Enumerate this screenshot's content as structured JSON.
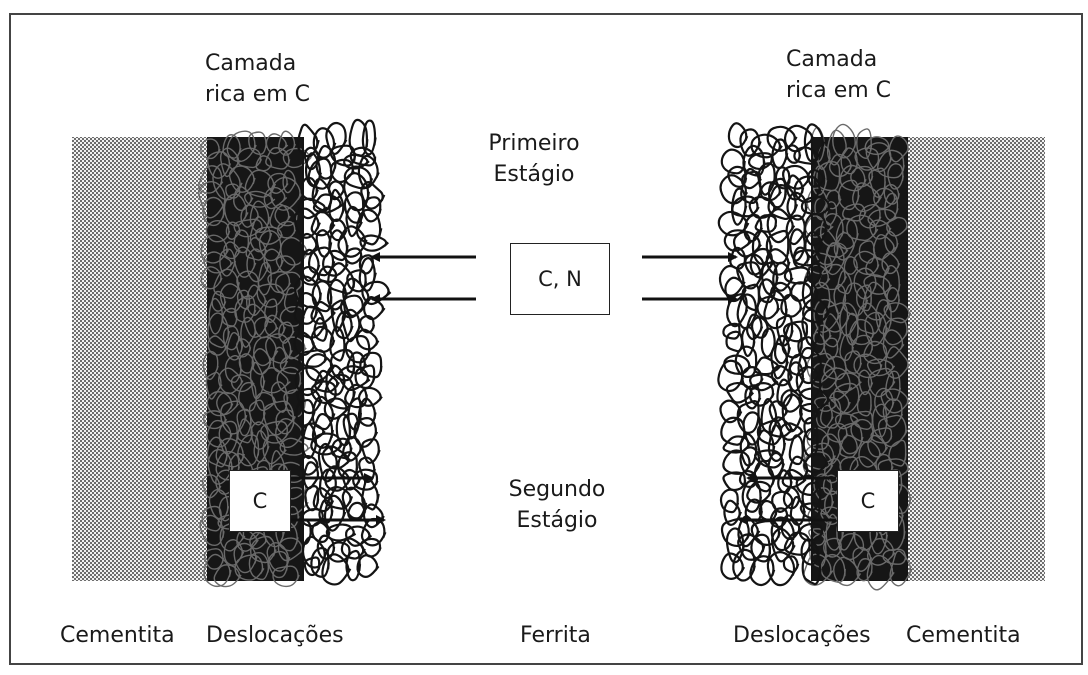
{
  "labels": {
    "carbon_layer_left_line1": "Camada",
    "carbon_layer_left_line2": "rica em C",
    "carbon_layer_right_line1": "Camada",
    "carbon_layer_right_line2": "rica em C",
    "first_stage_line1": "Primeiro",
    "first_stage_line2": "Estágio",
    "second_stage_line1": "Segundo",
    "second_stage_line2": "Estágio",
    "box_cn": "C, N",
    "box_c_left": "C",
    "box_c_right": "C",
    "bottom_cementite_left": "Cementita",
    "bottom_dislocations_left": "Deslocações",
    "bottom_ferrite": "Ferrita",
    "bottom_dislocations_right": "Deslocações",
    "bottom_cementite_right": "Cementita"
  },
  "colors": {
    "cementite_dot": "#6d6d6d",
    "carbon_layer": "#161616",
    "outline": "#1a1a1a"
  }
}
